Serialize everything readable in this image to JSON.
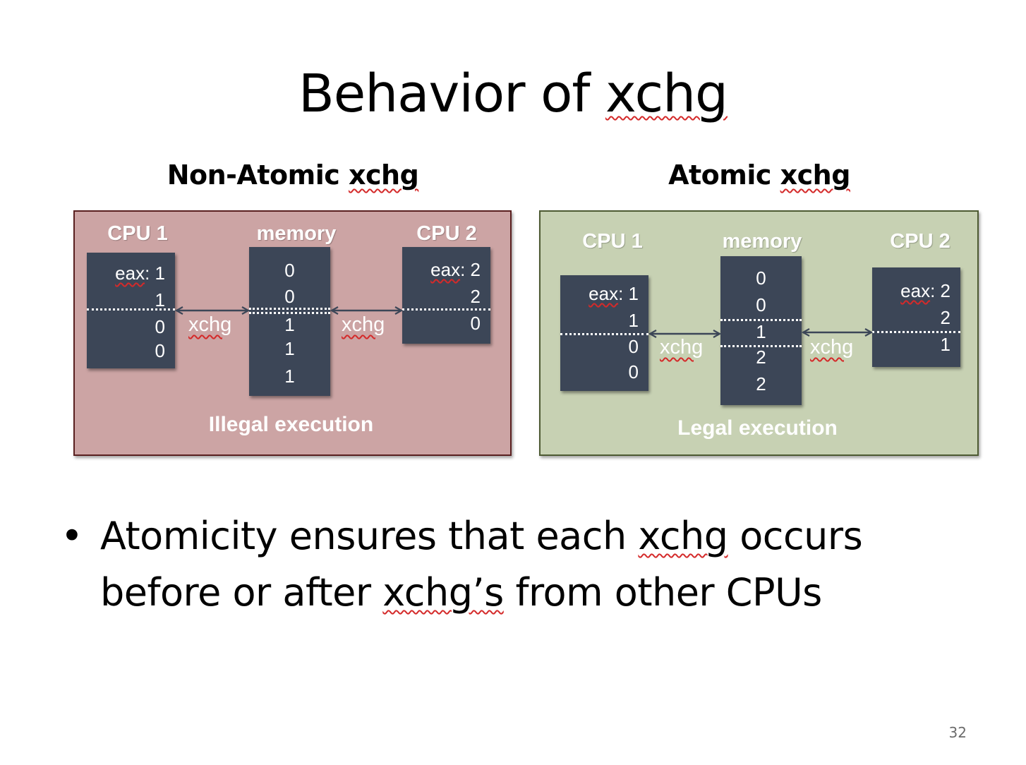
{
  "slide": {
    "title_prefix": "Behavior of ",
    "title_word": "xchg",
    "page_number": "32"
  },
  "left_panel": {
    "heading_prefix": "Non-Atomic ",
    "heading_word": "xchg",
    "cpu1_label": "CPU 1",
    "memory_label": "memory",
    "cpu2_label": "CPU 2",
    "cpu1_reg_name": "eax",
    "cpu1_values": [
      "1",
      "1",
      "0",
      "0"
    ],
    "memory_values": [
      "0",
      "0",
      "1",
      "1",
      "1"
    ],
    "cpu2_reg_name": "eax",
    "cpu2_values": [
      "2",
      "2",
      "0"
    ],
    "xchg_left": "xchg",
    "xchg_right": "xchg",
    "caption": "Illegal execution",
    "background_color": "#cca4a4"
  },
  "right_panel": {
    "heading_prefix": "Atomic ",
    "heading_word": "xchg",
    "cpu1_label": "CPU 1",
    "memory_label": "memory",
    "cpu2_label": "CPU 2",
    "cpu1_reg_name": "eax",
    "cpu1_values": [
      "1",
      "1",
      "0",
      "0"
    ],
    "memory_values": [
      "0",
      "0",
      "1",
      "2",
      "2"
    ],
    "cpu2_reg_name": "eax",
    "cpu2_values": [
      "2",
      "2",
      "1"
    ],
    "xchg_left": "xchg",
    "xchg_right": "xchg",
    "caption": "Legal execution",
    "background_color": "#c7d1b3"
  },
  "bullet": {
    "line1_prefix": "Atomicity ensures that each ",
    "line1_word": "xchg",
    "line1_suffix": " occurs",
    "line2_prefix": "before or after ",
    "line2_word": "xchg’s",
    "line2_suffix": " from other CPUs"
  },
  "colors": {
    "register_box": "#3c4657",
    "spellcheck_underline": "#d42a2a"
  }
}
